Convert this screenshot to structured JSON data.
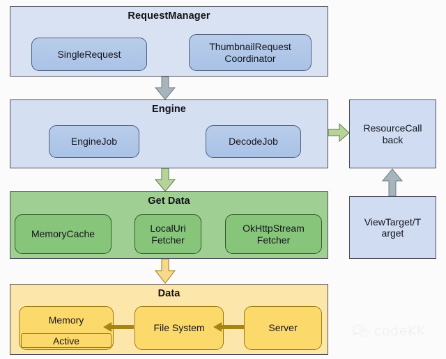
{
  "diagram": {
    "title": "Glide image loading architecture flow",
    "colors": {
      "group_blue": "#d9e2f3",
      "group_green": "#9fcf93",
      "group_yellow": "#fde6a9",
      "node_blue": "#b0c6e8",
      "node_green": "#87c57a",
      "node_yellow": "#fcd96b",
      "arrow_gray": "#a8b4bb",
      "arrow_green": "#b6d49a",
      "arrow_yellow": "#f7d98d",
      "arrow_dark_yellow": "#a68512",
      "border": "#4a4a58"
    },
    "groups": [
      {
        "id": "request-manager",
        "label": "RequestManager",
        "nodes": [
          {
            "id": "single-request",
            "label": "SingleRequest"
          },
          {
            "id": "thumbnail-request-coordinator",
            "label": "ThumbnailRequest Coordinator"
          }
        ]
      },
      {
        "id": "engine",
        "label": "Engine",
        "nodes": [
          {
            "id": "engine-job",
            "label": "EngineJob"
          },
          {
            "id": "decode-job",
            "label": "DecodeJob"
          }
        ]
      },
      {
        "id": "get-data",
        "label": "Get Data",
        "nodes": [
          {
            "id": "memory-cache",
            "label": "MemoryCache"
          },
          {
            "id": "local-uri-fetcher",
            "label": "LocalUri Fetcher"
          },
          {
            "id": "okhttp-stream-fetcher",
            "label": "OkHttpStream Fetcher"
          }
        ]
      },
      {
        "id": "data",
        "label": "Data",
        "nodes": [
          {
            "id": "memory",
            "label": "Memory",
            "sub_label": "Active"
          },
          {
            "id": "file-system",
            "label": "File System"
          },
          {
            "id": "server",
            "label": "Server"
          }
        ]
      }
    ],
    "standalone_nodes": [
      {
        "id": "resource-callback",
        "label": "ResourceCall back"
      },
      {
        "id": "view-target",
        "label": "ViewTarget/T arget"
      }
    ],
    "arrows": [
      {
        "id": "requestmanager-to-engine",
        "direction": "down",
        "color": "gray"
      },
      {
        "id": "engine-to-getdata",
        "direction": "down",
        "color": "green"
      },
      {
        "id": "getdata-to-data",
        "direction": "down",
        "color": "yellow"
      },
      {
        "id": "engine-to-resourcecallback",
        "direction": "right",
        "color": "green"
      },
      {
        "id": "viewtarget-to-resourcecallback",
        "direction": "up",
        "color": "gray"
      },
      {
        "id": "filesystem-to-memory",
        "direction": "left",
        "color": "dark-yellow"
      },
      {
        "id": "server-to-filesystem",
        "direction": "left",
        "color": "dark-yellow"
      }
    ]
  },
  "watermark": {
    "text": "codeKK"
  }
}
